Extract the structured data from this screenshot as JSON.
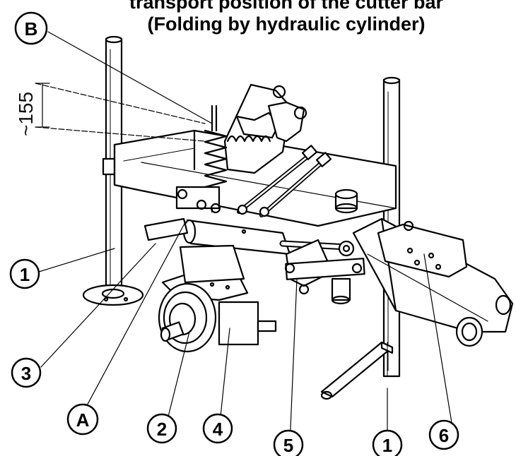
{
  "title": {
    "line1": "transport position of the cutter bar",
    "line2": "(Folding by hydraulic cylinder)"
  },
  "dimension": {
    "label": "~155"
  },
  "callouts": {
    "B": "B",
    "one_left": "1",
    "three": "3",
    "A": "A",
    "two": "2",
    "four": "4",
    "five": "5",
    "one_right": "1",
    "six": "6"
  }
}
